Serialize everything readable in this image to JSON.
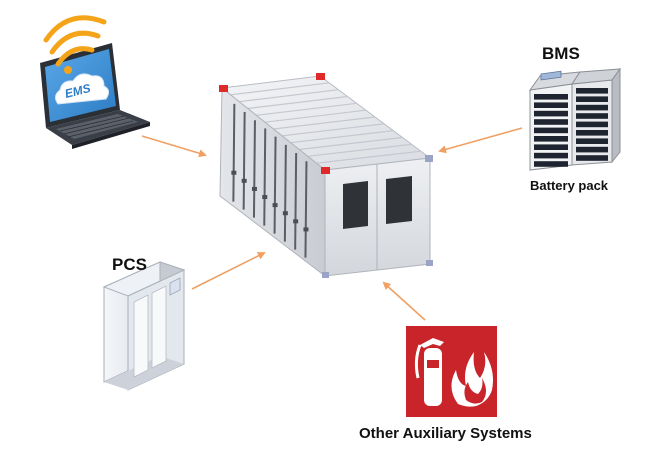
{
  "labels": {
    "ems": "EMS",
    "bms": "BMS",
    "battery_pack": "Battery pack",
    "pcs": "PCS",
    "other_auxiliary": "Other Auxiliary Systems"
  },
  "colors": {
    "arrow": "#f0a063",
    "fire_sign": "#c8242a",
    "container_body": "#e6e8ec",
    "container_corner": "#e02a2a",
    "screen": "#3d8fd6",
    "wifi": "#f5a319",
    "battery_cells": "#1f2530"
  },
  "icons": {
    "laptop": "laptop-icon",
    "wifi": "wifi-icon",
    "cloud": "cloud-icon",
    "battery_rack": "battery-rack-icon",
    "inverter_cabinet": "inverter-cabinet-icon",
    "fire_extinguisher": "fire-extinguisher-icon",
    "flame": "flame-icon",
    "container": "container-icon"
  }
}
